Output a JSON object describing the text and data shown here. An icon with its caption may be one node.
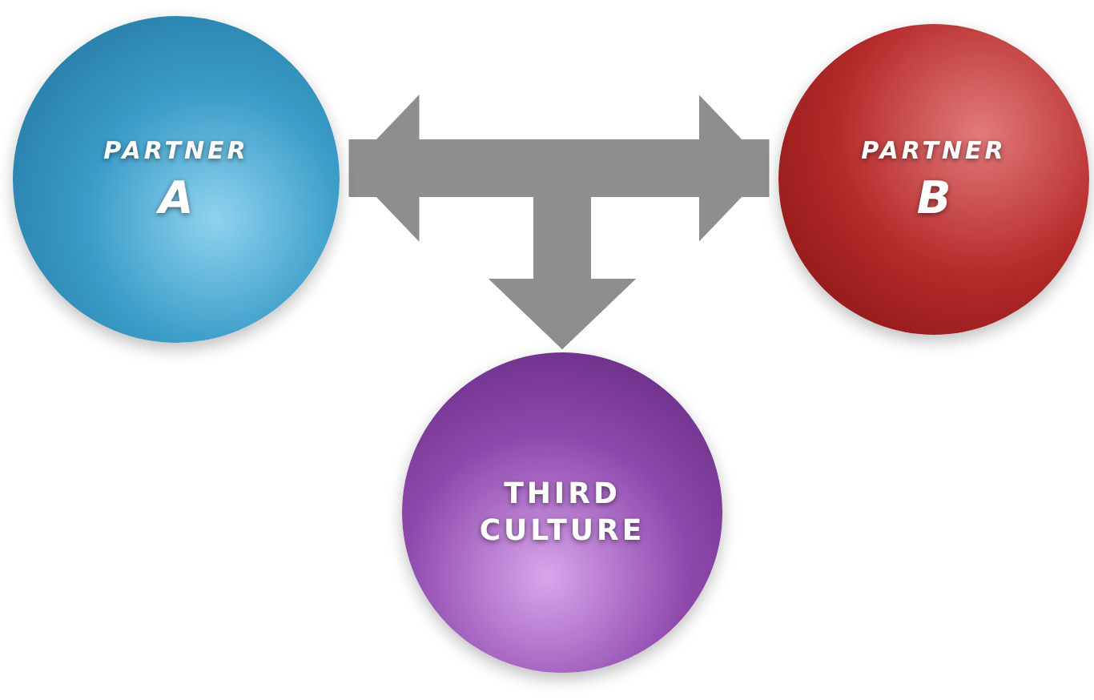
{
  "diagram": {
    "nodes": [
      {
        "text": [
          "PARTNER",
          "A"
        ]
      },
      {
        "text": [
          "PARTNER",
          "B"
        ]
      },
      {
        "text": [
          "THIRD CULTURE"
        ]
      }
    ],
    "edges": [
      {
        "from": 0,
        "to": 1,
        "arrow": "both"
      },
      {
        "from": 0,
        "to": 2,
        "arrow": "to"
      },
      {
        "from": 1,
        "to": 2,
        "arrow": "to"
      }
    ]
  }
}
